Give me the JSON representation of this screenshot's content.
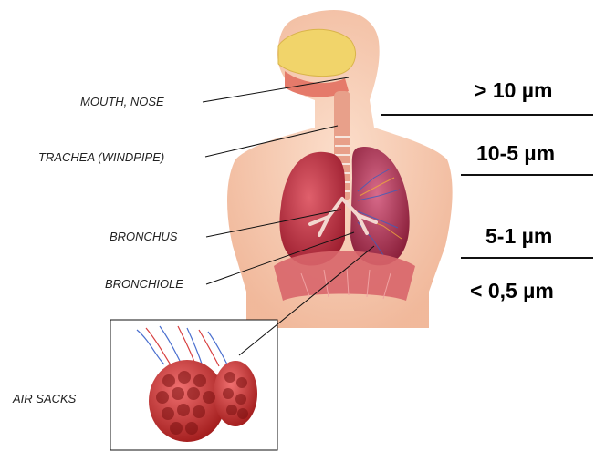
{
  "labels": {
    "mouth_nose": "MOUTH, NOSE",
    "trachea": "TRACHEA (WINDPIPE)",
    "bronchus": "BRONCHUS",
    "bronchiole": "BRONCHIOLE",
    "air_sacks": "AIR SACKS"
  },
  "particle_sizes": {
    "upper": "> 10 µm",
    "trachea": "10-5 µm",
    "bronchi": "5-1 µm",
    "alveoli": "< 0,5 µm"
  },
  "colors": {
    "skin": "#f6c9ae",
    "lung": "#c8384a",
    "sinus": "#f1d46a",
    "vessels": "#3a5fbf",
    "leader_line": "#111111"
  }
}
